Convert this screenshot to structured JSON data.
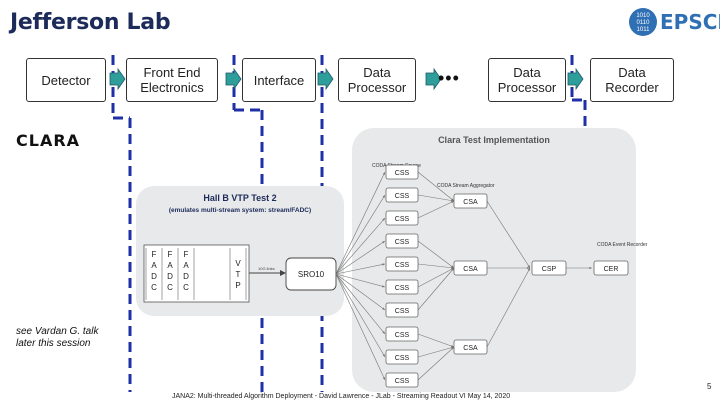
{
  "header": {
    "logo_left": "Jefferson Lab",
    "logo_right": "EPSCI",
    "logo_right_badge_bits": [
      "1010",
      "0110",
      "1011"
    ]
  },
  "pipeline": {
    "stages": [
      "Detector",
      "Front End\nElectronics",
      "Interface",
      "Data\nProcessor",
      "Data\nProcessor",
      "Data\nRecorder"
    ],
    "ellipsis": "•••"
  },
  "clara_label": "CLARA",
  "hallb": {
    "title": "Hall B VTP Test 2",
    "subtitle": "(emulates multi-stream system: stream/FADC)",
    "fadc_letters": [
      "F",
      "A",
      "D",
      "C"
    ],
    "vtp_letters": [
      "V",
      "T",
      "P"
    ],
    "link_label": "10G links",
    "sro_label": "SRO10"
  },
  "clara_test": {
    "title": "Clara Test Implementation",
    "stream_source_label": "CODA Stream Source",
    "aggregator_label": "CODA Stream Aggregator",
    "event_recorder_label": "CODA Event Recorder",
    "css_label": "CSS",
    "csa_label": "CSA",
    "csp_label": "CSP",
    "cer_label": "CER"
  },
  "note": "see Vardan G. talk\nlater this session",
  "footer": "JANA2: Multi-threaded Algorithm Deployment -   David Lawrence - JLab - Streaming Readout VI May 14, 2020",
  "page_number": "5",
  "colors": {
    "dash_blue": "#1f2fa6",
    "arrow_green": "#2e9e9a",
    "panel_gray": "#e7e9ea",
    "box_fill": "#ffffff",
    "title_blue": "#1d2b5a"
  }
}
